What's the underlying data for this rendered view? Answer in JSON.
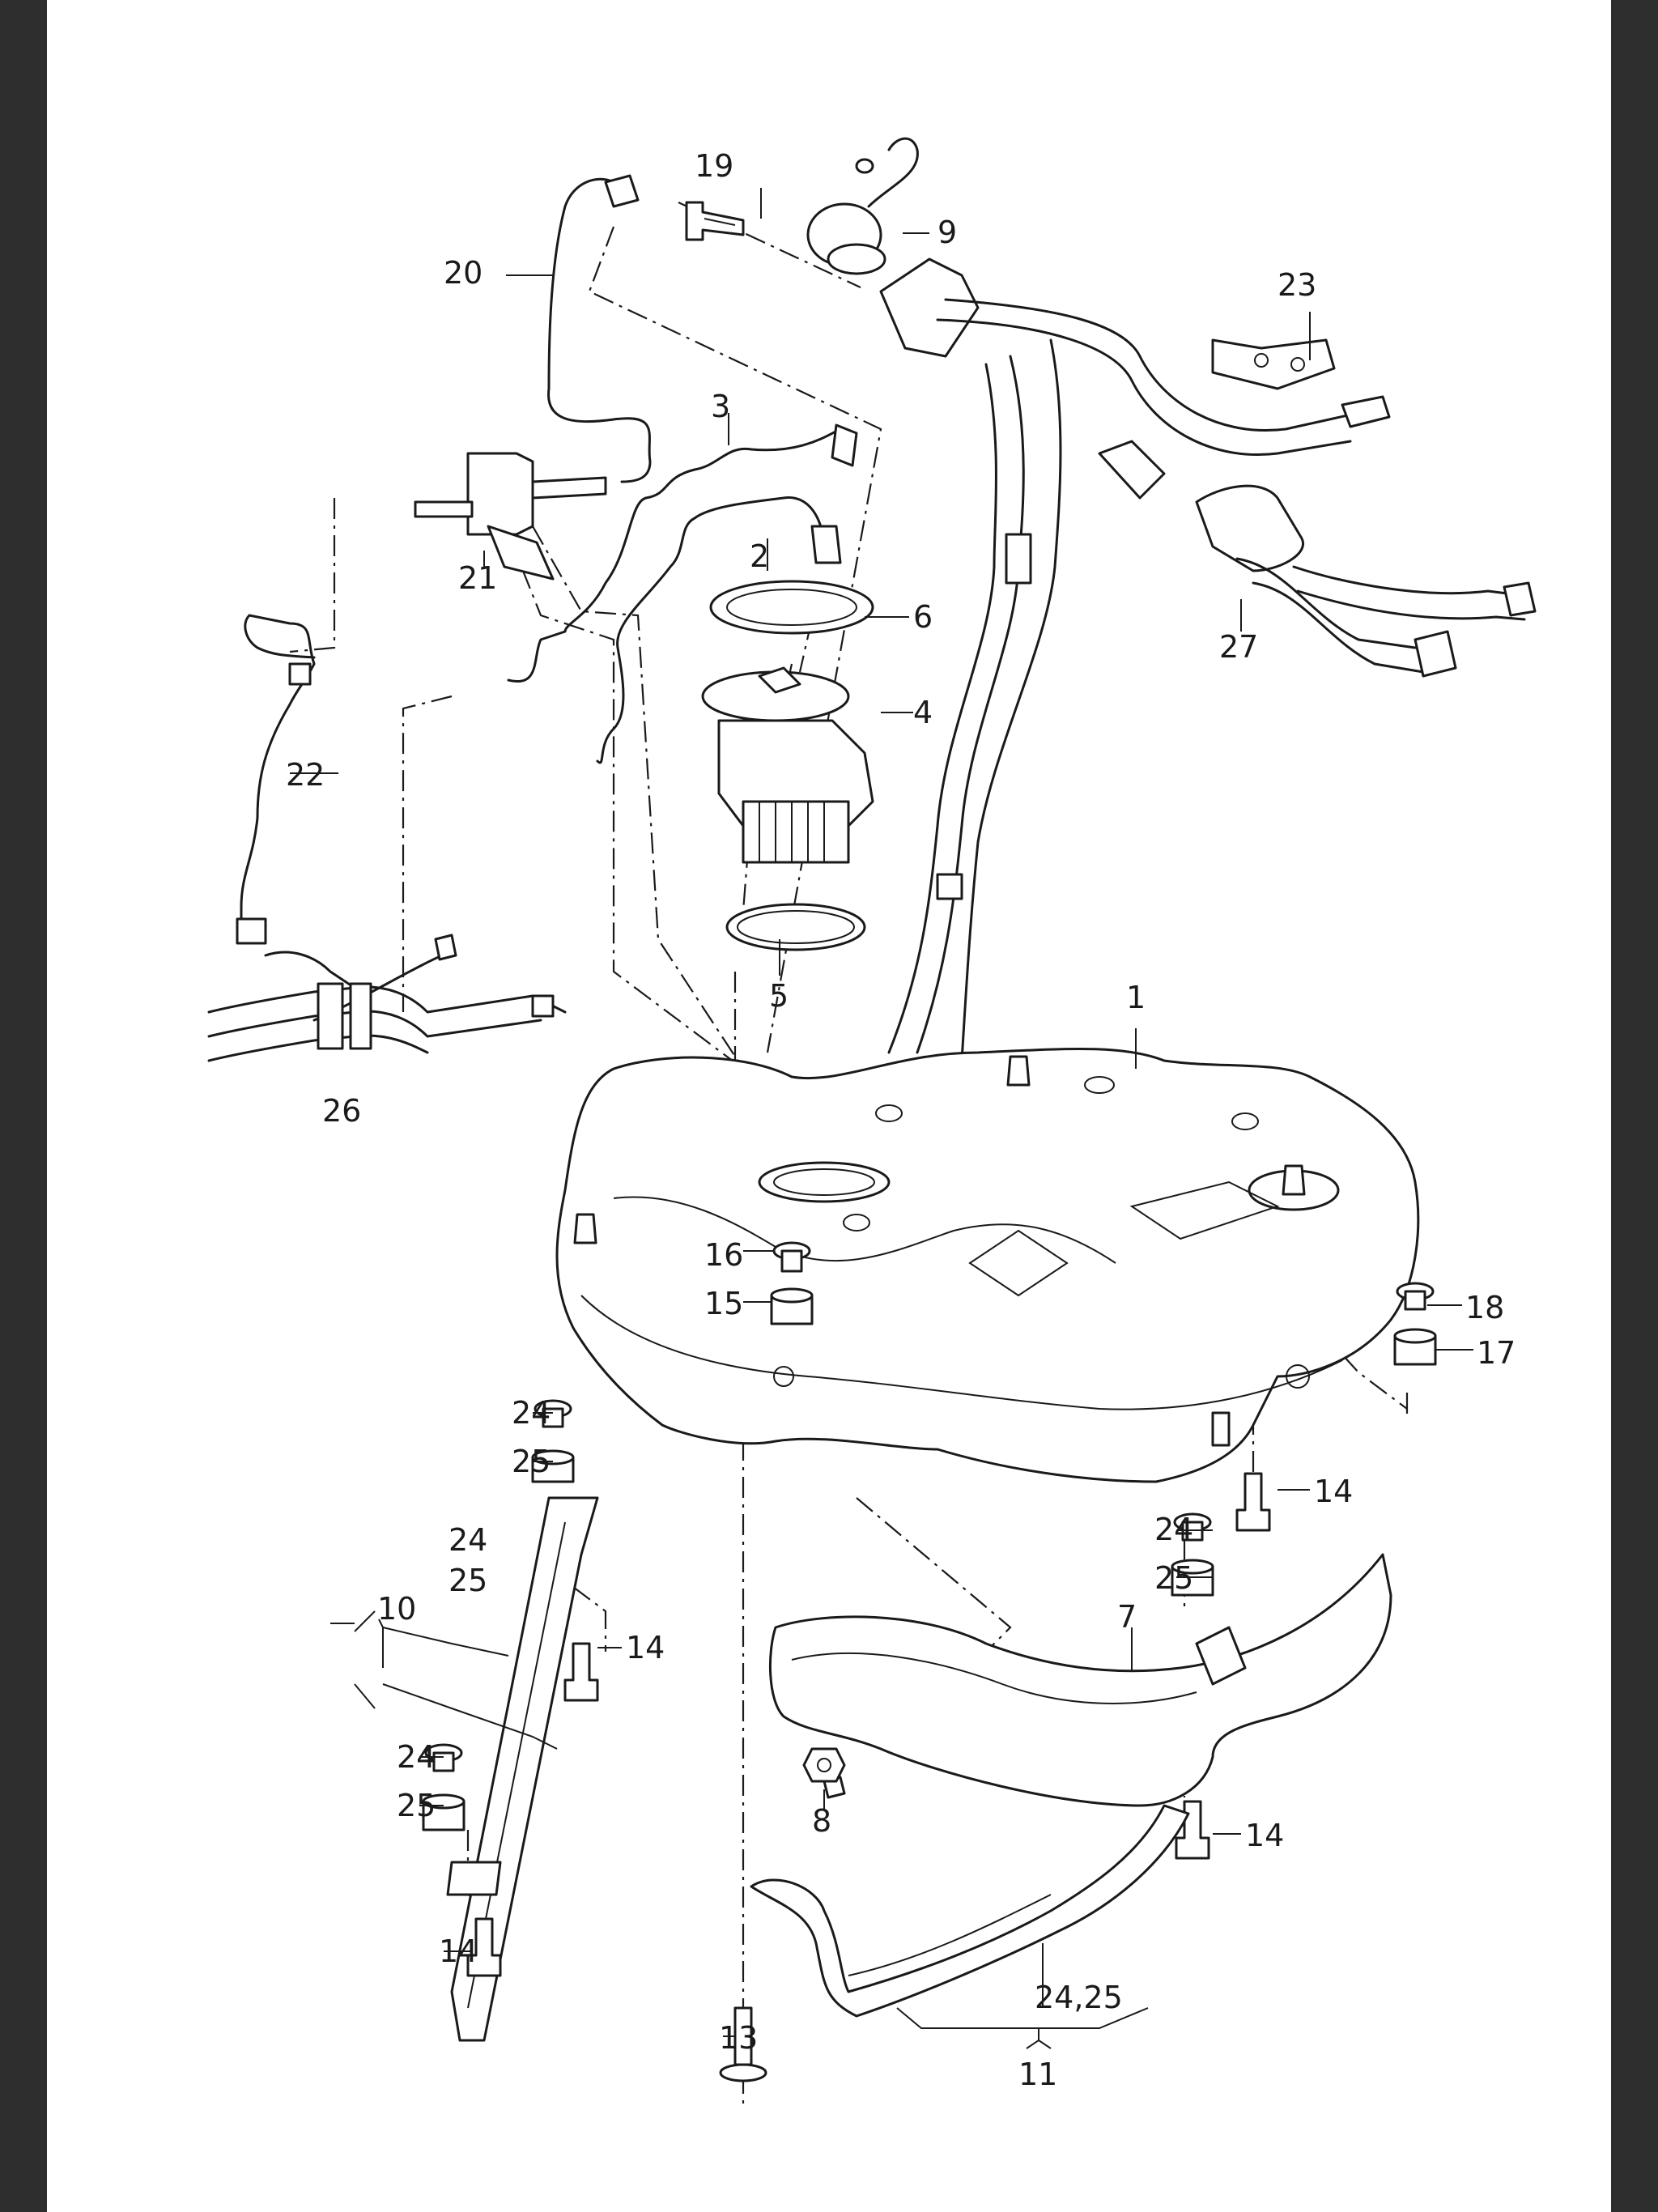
{
  "callouts": {
    "c1": "1",
    "c2": "2",
    "c3": "3",
    "c4": "4",
    "c5": "5",
    "c6": "6",
    "c7": "7",
    "c8": "8",
    "c9": "9",
    "c10": "10",
    "c11": "11",
    "c13": "13",
    "c14a": "14",
    "c14b": "14",
    "c14c": "14",
    "c14d": "14",
    "c15": "15",
    "c16": "16",
    "c17": "17",
    "c18": "18",
    "c19": "19",
    "c20": "20",
    "c21": "21",
    "c22": "22",
    "c23": "23",
    "c24a": "24",
    "c24b": "24",
    "c24c": "24",
    "c24d": "24",
    "c25a": "25",
    "c25b": "25",
    "c25c": "25",
    "c25d": "25",
    "c26": "26",
    "c27": "27",
    "c2425": "24,25"
  },
  "colors": {
    "ink": "#1a1a1a",
    "paper": "#ffffff",
    "viewer_bg": "#3d3d3d"
  }
}
